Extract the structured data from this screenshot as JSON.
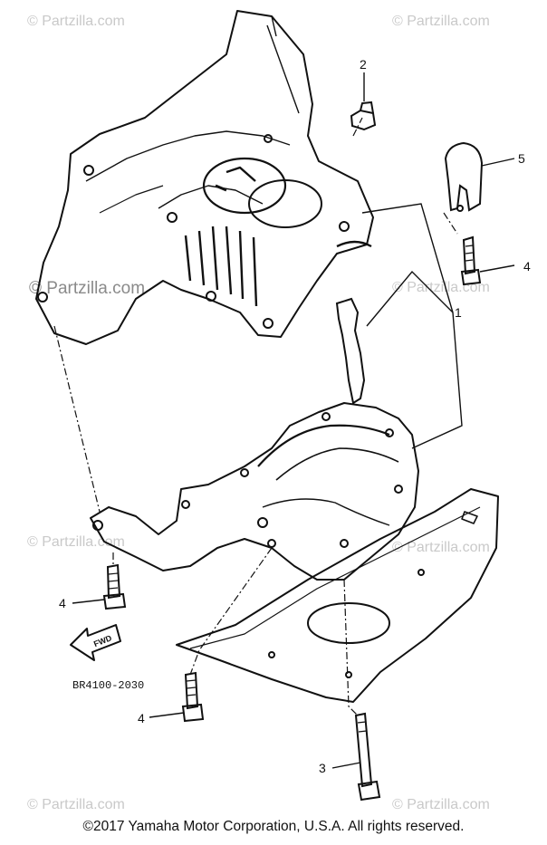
{
  "diagram": {
    "callouts": {
      "part_1": "1",
      "part_2": "2",
      "part_3": "3",
      "part_4_a": "4",
      "part_4_b": "4",
      "part_4_c": "4",
      "part_5": "5"
    },
    "fwd_label": "FWD",
    "diagram_code": "BR4100-2030"
  },
  "watermarks": {
    "small": "© Partzilla.com",
    "large": "© Partzilla.com"
  },
  "copyright": "©2017  Yamaha Motor Corporation, U.S.A. All rights reserved.",
  "colors": {
    "ink": "#111111",
    "watermark": "#c9c9c9"
  }
}
